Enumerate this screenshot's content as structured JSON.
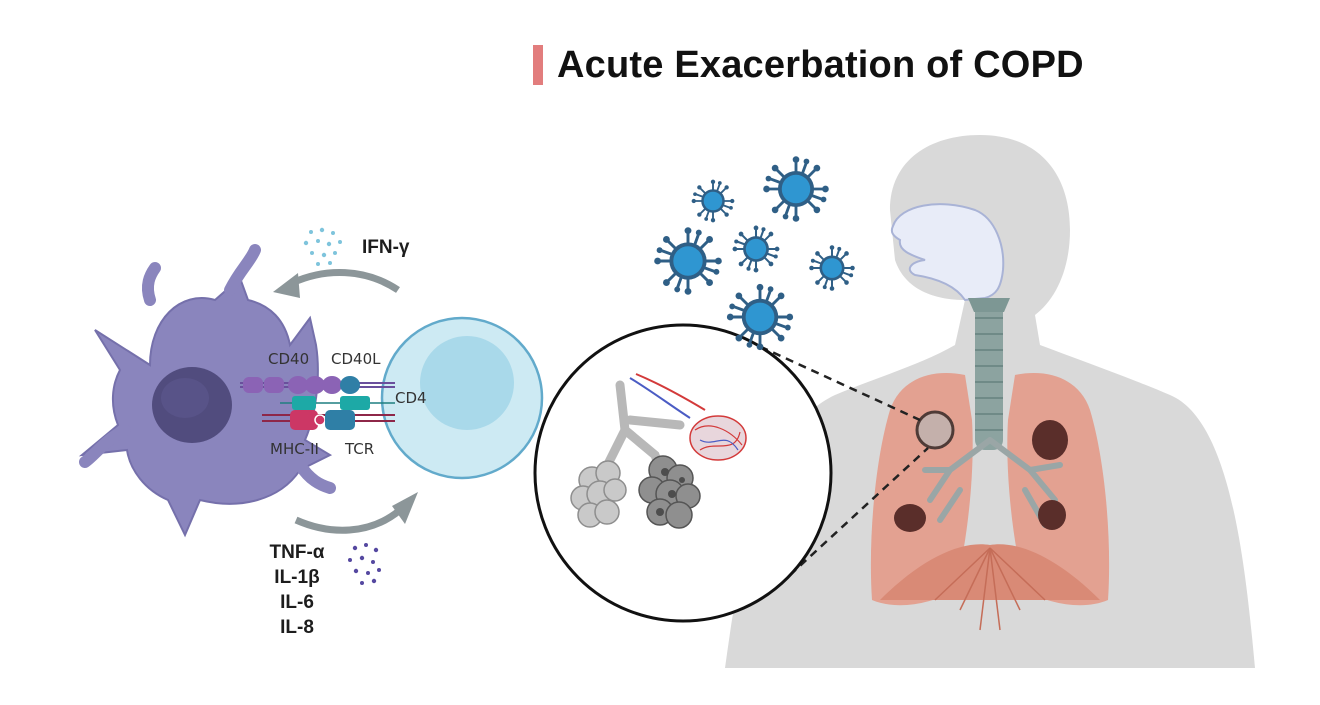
{
  "title": "Acute Exacerbation of COPD",
  "colors": {
    "title_accent": "#e27d7d",
    "dendritic_cell": "#8a85bd",
    "t_cell": "#b9e1ee",
    "virus": "#2f5f86",
    "virus_core": "#2f96d1",
    "lung": "#e39a88",
    "silhouette": "#d8d8d8",
    "arrow": "#8c9699"
  },
  "labels": {
    "ifn": "IFN-γ",
    "cd40": "CD40",
    "cd40l": "CD40L",
    "cd4": "CD4",
    "mhc2": "MHC-II",
    "tcr": "TCR",
    "cytokines": [
      "TNF-α",
      "IL-1β",
      "IL-6",
      "IL-8"
    ]
  },
  "icons": [
    "dendritic-cell",
    "t-cell",
    "virus",
    "alveoli",
    "lungs",
    "human-silhouette"
  ]
}
